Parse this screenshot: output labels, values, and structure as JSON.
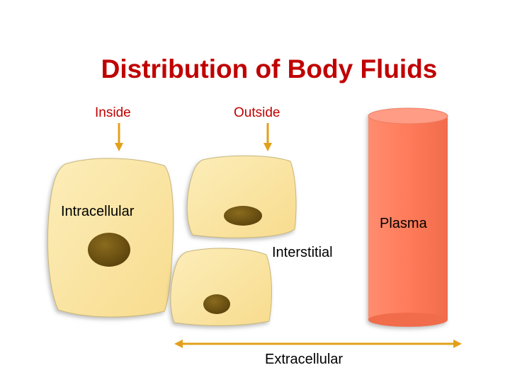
{
  "title": "Distribution of Body Fluids",
  "labels": {
    "inside": "Inside",
    "outside": "Outside",
    "intracellular": "Intracellular",
    "plasma": "Plasma",
    "interstitial": "Interstitial",
    "extracellular": "Extracellular"
  },
  "colors": {
    "title": "#c00000",
    "cell_fill": "#fbe7a4",
    "nucleus": "#6e5211",
    "arrow": "#e3a01b",
    "plasma_body": "#ff7b5a",
    "plasma_top": "#ff9c85"
  },
  "icons": {
    "arrow_down": "arrow-down-icon",
    "double_arrow": "double-headed-arrow-icon",
    "cell": "cell-shape",
    "nucleus": "nucleus-shape",
    "cylinder": "plasma-cylinder"
  }
}
